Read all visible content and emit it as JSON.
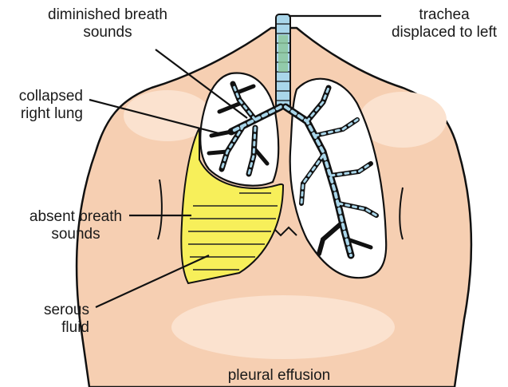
{
  "labels": {
    "diminished_1": "diminished breath",
    "diminished_2": "sounds",
    "collapsed_1": "collapsed",
    "collapsed_2": "right lung",
    "absent_1": "absent breath",
    "absent_2": "sounds",
    "serous_1": "serous",
    "serous_2": "fluid",
    "trachea_1": "trachea",
    "trachea_2": "displaced to left",
    "caption": "pleural effusion"
  },
  "colors": {
    "skin": "#f6cfb2",
    "skin_shade": "#fbe2cf",
    "fluid": "#f7ef5a",
    "airway": "#a9d6ea",
    "trachea_ring": "#8cc79a",
    "ink": "#111111"
  }
}
